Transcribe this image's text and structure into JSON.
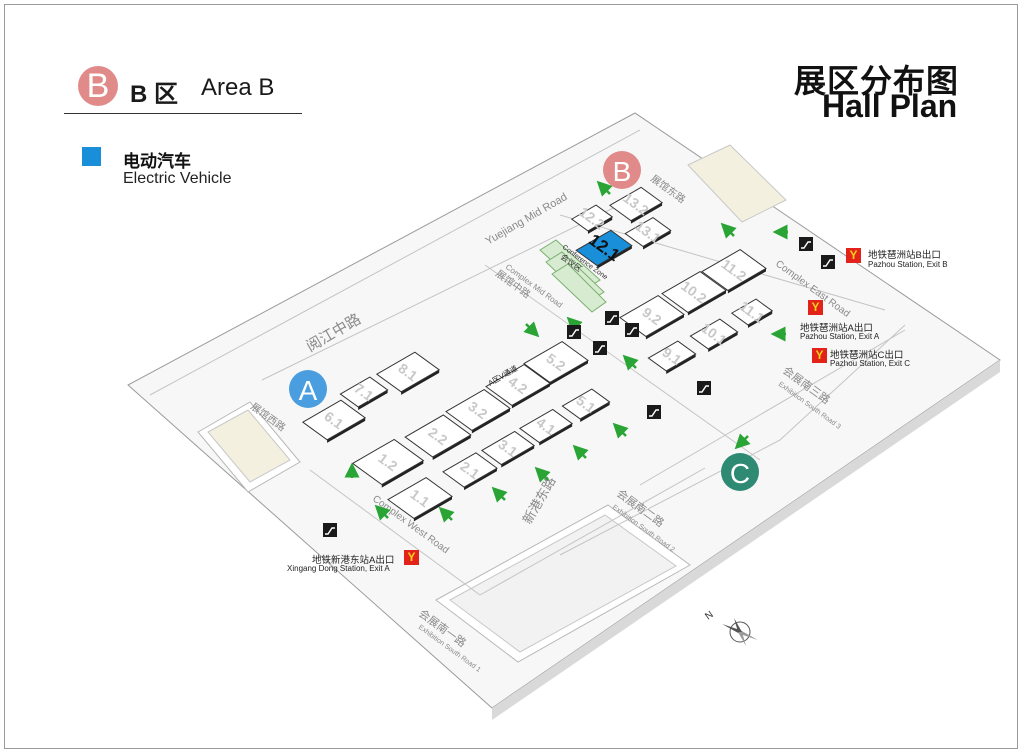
{
  "header": {
    "area_badge": "B",
    "area_zh": "B 区",
    "area_en": "Area B",
    "legend_zh": "电动汽车",
    "legend_en": "Electric Vehicle",
    "legend_color": "#1a8fd9",
    "title_zh": "展区分布图",
    "title_en": "Hall Plan"
  },
  "zones": {
    "a": "A",
    "b": "B",
    "c": "C",
    "a_color": "#4a9ee0",
    "b_color": "#e08b8a",
    "c_color": "#2f8a74"
  },
  "halls": [
    "1.1",
    "1.2",
    "2.1",
    "2.2",
    "3.1",
    "3.2",
    "4.1",
    "4.2",
    "5.1",
    "5.2",
    "6.1",
    "7.1",
    "8.1",
    "9.1",
    "9.2",
    "10.1",
    "10.2",
    "11.1",
    "11.2",
    "12.1",
    "12.2",
    "13.1",
    "13.2"
  ],
  "highlight_hall": "12.1",
  "corridor_label": "A区V通道",
  "conference_zh": "会议区",
  "conference_en": "Conference Zone",
  "roads": {
    "yuejiang_mid_zh": "阅江中路",
    "yuejiang_mid_en": "Yuejiang Mid Road",
    "complex_mid_zh": "展馆中路",
    "complex_mid_en": "Complex Mid Road",
    "complex_east_zh": "展馆东路",
    "complex_east_en": "Complex East Road",
    "complex_west_zh": "展馆西路",
    "complex_west_en": "Complex West Road",
    "xingang_east_zh": "新港东路",
    "exhibition_south_1_zh": "会展南一路",
    "exhibition_south_1_en": "Exhibition South Road 1",
    "exhibition_south_2_zh": "会展南二路",
    "exhibition_south_2_en": "Exhibition South Road 2",
    "exhibition_south_3_zh": "会展南三路",
    "exhibition_south_3_en": "Exhibition South Road 3"
  },
  "stations": [
    {
      "zh": "地铁琶洲站B出口",
      "en": "Pazhou Station, Exit B"
    },
    {
      "zh": "地铁琶洲站A出口",
      "en": "Pazhou Station, Exit A"
    },
    {
      "zh": "地铁琶洲站C出口",
      "en": "Pazhou Station, Exit C"
    },
    {
      "zh": "地铁新港东站A出口",
      "en": "Xingang Dong Station, Exit A"
    }
  ],
  "metro_glyph": "Y",
  "compass_label": "N",
  "icons": {
    "metro": "metro-logo-icon",
    "stairs": "escalator-icon",
    "walk": "pedestrian-icon",
    "entrance": "entrance-arrow-icon",
    "compass": "compass-icon"
  }
}
